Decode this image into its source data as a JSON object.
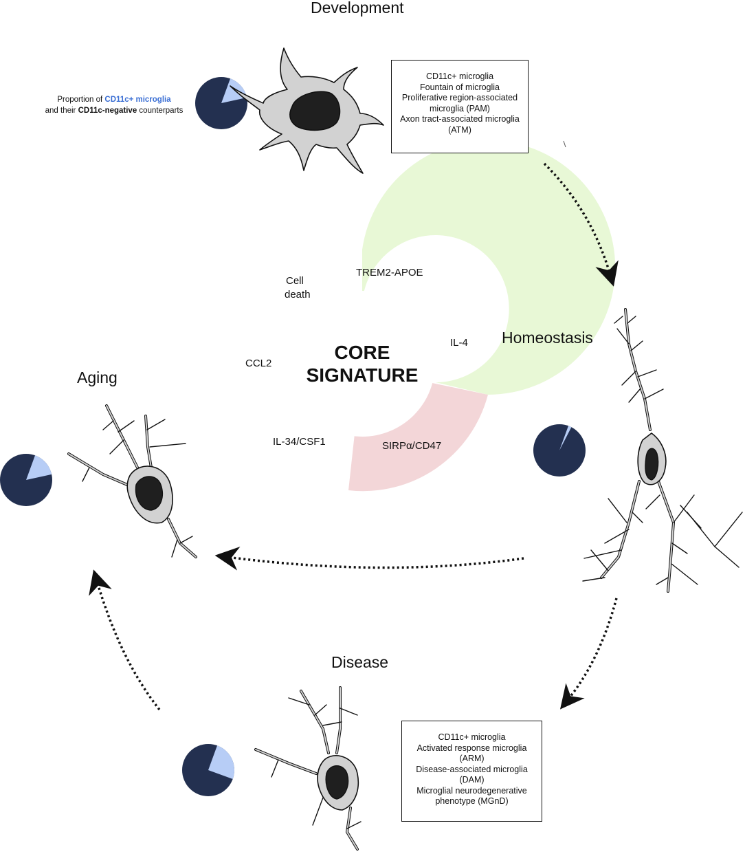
{
  "stages": {
    "development": "Development",
    "homeostasis": "Homeostasis",
    "aging": "Aging",
    "disease": "Disease"
  },
  "legend": {
    "prefix": "Proportion of ",
    "highlight": "CD11c+ microglia",
    "line2_prefix": "and their ",
    "line2_bold": "CD11c-negative",
    "line2_suffix": " counterparts"
  },
  "development_box": [
    "CD11c+ microglia",
    "Fountain of microglia",
    "Proliferative region-associated",
    "microglia (PAM)",
    "Axon tract-associated microglia",
    "(ATM)"
  ],
  "disease_box": [
    "CD11c+ microglia",
    "Activated response microglia",
    "(ARM)",
    "Disease-associated microglia",
    "(DAM)",
    "Microglial neurodegenerative",
    "phenotype (MGnD)"
  ],
  "core": {
    "line1": "CORE",
    "line2": "SIGNATURE",
    "segments": [
      "TREM2-APOE",
      "IL-4",
      "SIRPα/CD47",
      "IL-34/CSF1",
      "CCL2",
      "Cell",
      "death"
    ]
  },
  "pies": {
    "development": 0.16,
    "homeostasis": 0.02,
    "aging": 0.16,
    "disease": 0.25
  },
  "colors": {
    "ring_green": "#e8f8d6",
    "ring_pink": "#f3d6d8",
    "pie_dark": "#233050",
    "pie_light": "#b7cdf6",
    "cell_fill": "#d2d2d2",
    "nucleus": "#1f1f1f"
  }
}
